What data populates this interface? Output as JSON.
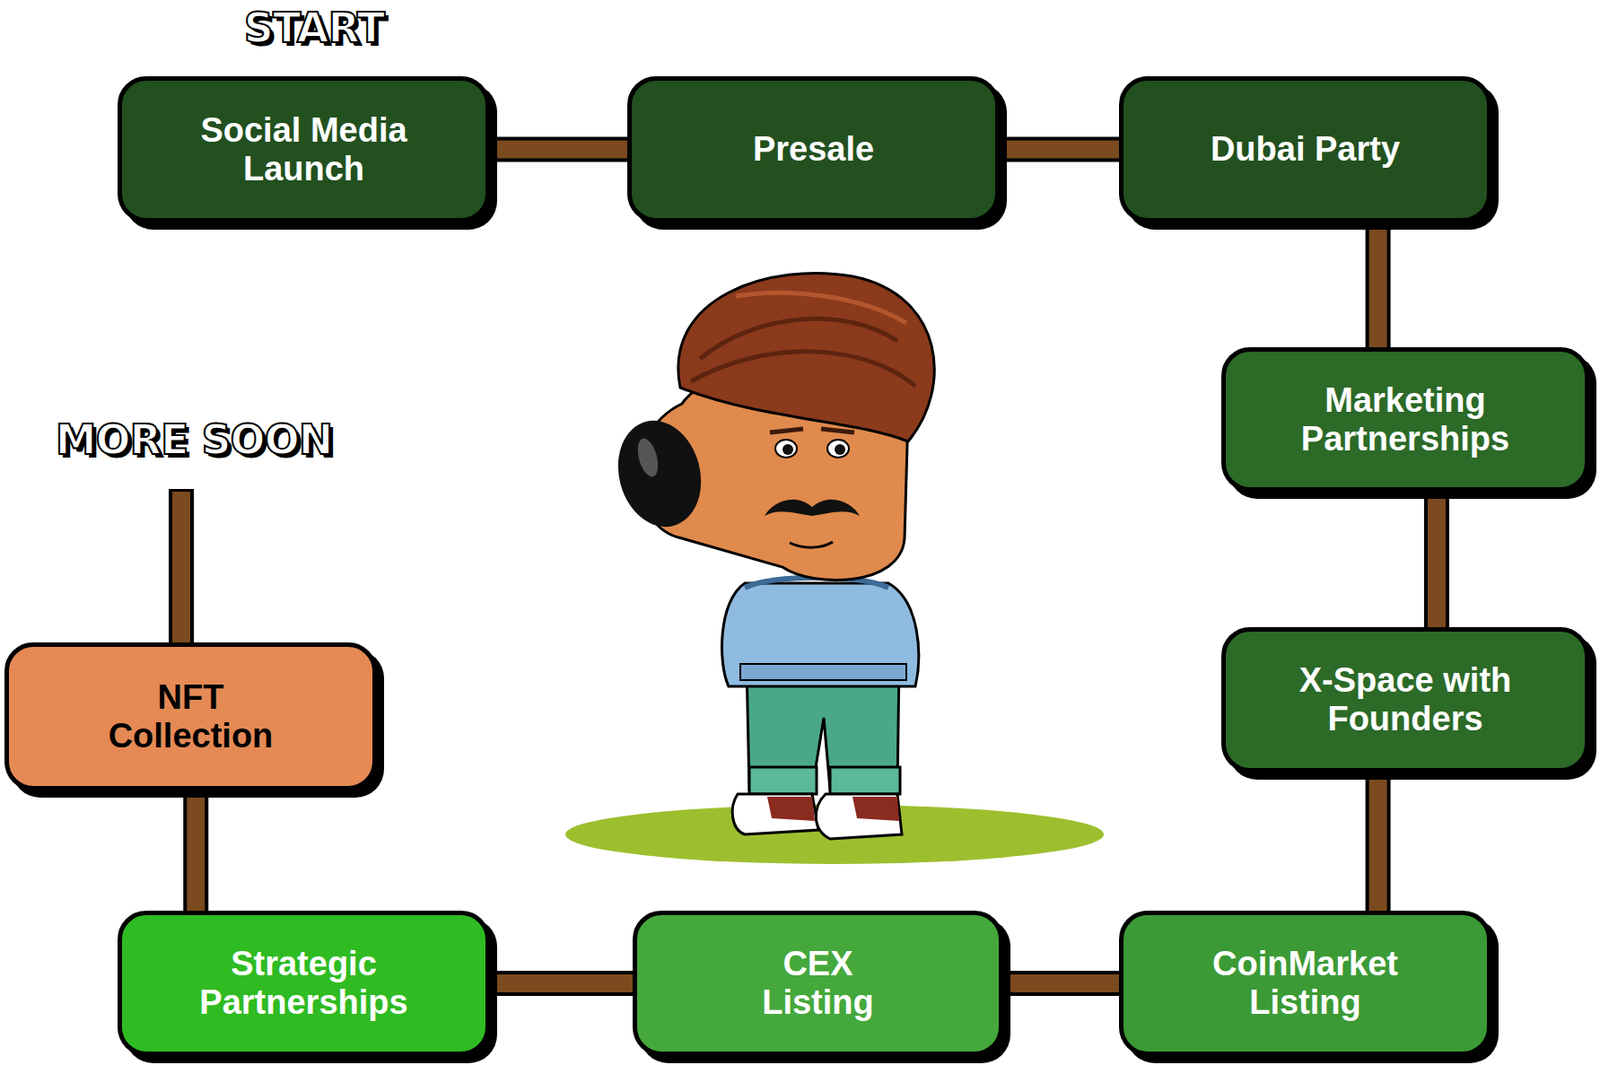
{
  "diagram": {
    "nodes": [
      {
        "text": [
          "Social Media Launch"
        ]
      },
      {
        "text": [
          "Presale"
        ]
      },
      {
        "text": [
          "Dubai Party"
        ]
      },
      {
        "text": [
          "Marketing Partnerships"
        ]
      },
      {
        "text": [
          "X-Space with Founders"
        ]
      },
      {
        "text": [
          "CoinMarket Listing"
        ]
      },
      {
        "text": [
          "CEX Listing"
        ]
      },
      {
        "text": [
          "Strategic Partnerships"
        ]
      },
      {
        "text": [
          "NFT Collection"
        ]
      }
    ],
    "edges": [
      {
        "from": 0,
        "to": 1,
        "arrow": "none"
      },
      {
        "from": 1,
        "to": 2,
        "arrow": "none"
      },
      {
        "from": 2,
        "to": 3,
        "arrow": "none"
      },
      {
        "from": 3,
        "to": 4,
        "arrow": "none"
      },
      {
        "from": 4,
        "to": 5,
        "arrow": "none"
      },
      {
        "from": 5,
        "to": 6,
        "arrow": "none"
      },
      {
        "from": 6,
        "to": 7,
        "arrow": "none"
      },
      {
        "from": 7,
        "to": 8,
        "arrow": "none"
      }
    ],
    "labels": [
      "START",
      "MORE SOON"
    ]
  }
}
